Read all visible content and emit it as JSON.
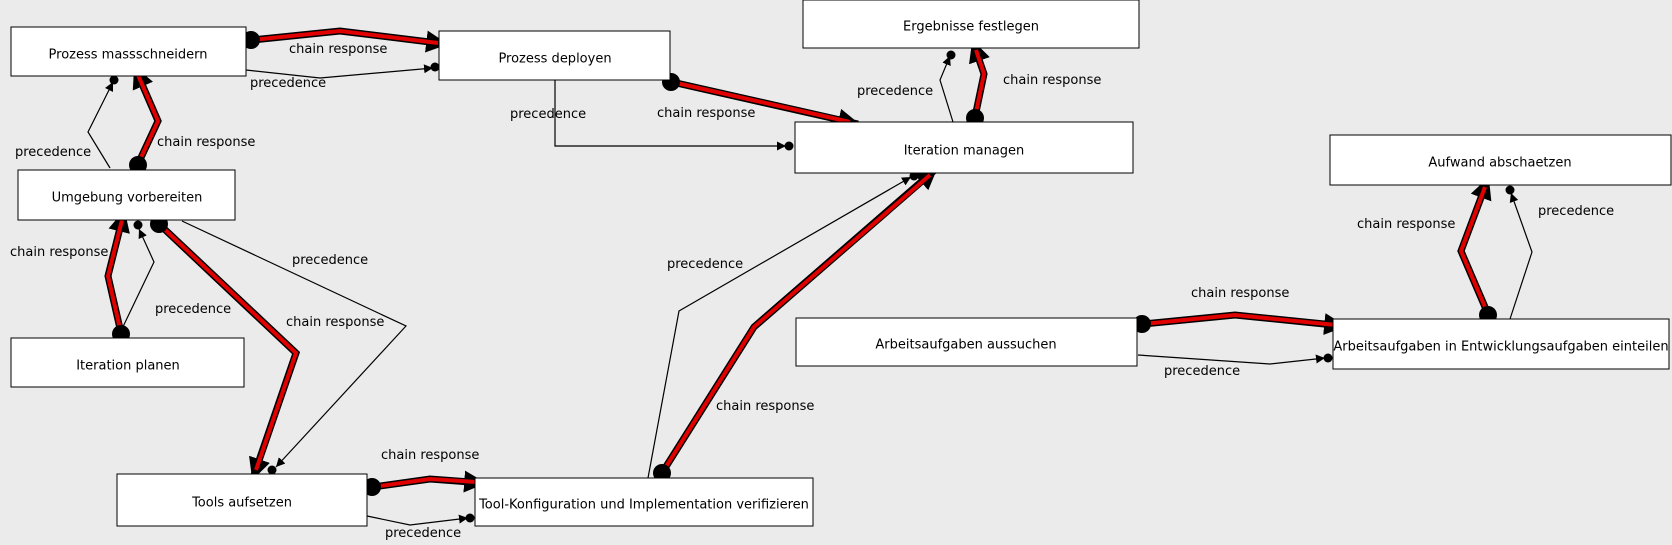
{
  "nodes": {
    "prozess_massschneidern": "Prozess massschneidern",
    "prozess_deployen": "Prozess deployen",
    "ergebnisse_festlegen": "Ergebnisse festlegen",
    "iteration_managen": "Iteration managen",
    "aufwand_abschaetzen": "Aufwand abschaetzen",
    "umgebung_vorbereiten": "Umgebung vorbereiten",
    "iteration_planen": "Iteration planen",
    "arbeitsaufgaben_aussuchen": "Arbeitsaufgaben aussuchen",
    "arbeitsaufgaben_einteilen": "Arbeitsaufgaben in Entwicklungsaufgaben einteilen",
    "tools_aufsetzen": "Tools aufsetzen",
    "tool_konfiguration": "Tool-Konfiguration und Implementation verifizieren"
  },
  "edge_labels": {
    "precedence": "precedence",
    "chain_response": "chain response"
  },
  "colors": {
    "background": "#ebebeb",
    "node_fill": "#ffffff",
    "chain_response_stroke": "#e00000"
  }
}
